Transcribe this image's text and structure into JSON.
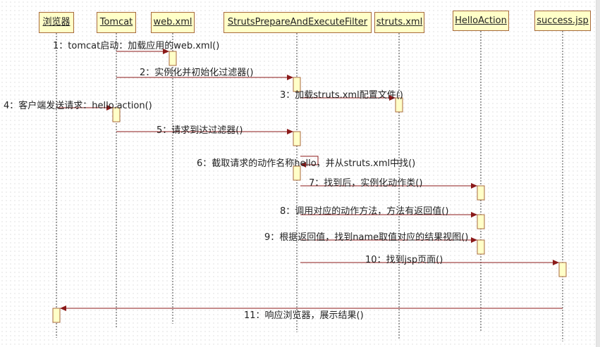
{
  "participants": [
    {
      "id": "browser",
      "label": "浏览器"
    },
    {
      "id": "tomcat",
      "label": "Tomcat"
    },
    {
      "id": "webxml",
      "label": "web.xml"
    },
    {
      "id": "filter",
      "label": "StrutsPrepareAndExecuteFilter"
    },
    {
      "id": "strutsxml",
      "label": "struts.xml"
    },
    {
      "id": "action",
      "label": "HelloAction"
    },
    {
      "id": "jsp",
      "label": "success.jsp"
    }
  ],
  "messages": [
    {
      "from": "tomcat",
      "to": "webxml",
      "label": "1：tomcat启动：加载应用的web.xml()"
    },
    {
      "from": "tomcat",
      "to": "filter",
      "label": "2：实例化并初始化过滤器()"
    },
    {
      "from": "filter",
      "to": "strutsxml",
      "label": "3：加载struts.xml配置文件()"
    },
    {
      "from": "browser",
      "to": "tomcat",
      "label": "4：客户端发送请求：hello.action()"
    },
    {
      "from": "tomcat",
      "to": "filter",
      "label": "5：请求到达过滤器()"
    },
    {
      "from": "filter",
      "to": "filter",
      "label": "6：截取请求的动作名称hello，并从struts.xml中找()"
    },
    {
      "from": "filter",
      "to": "action",
      "label": "7：找到后，实例化动作类()"
    },
    {
      "from": "filter",
      "to": "action",
      "label": "8：调用对应的动作方法，方法有返回值()"
    },
    {
      "from": "filter",
      "to": "action",
      "label": "9：根据返回值，找到name取值对应的结果视图()"
    },
    {
      "from": "filter",
      "to": "jsp",
      "label": "10：找到jsp页面()"
    },
    {
      "from": "jsp",
      "to": "browser",
      "label": "11：响应浏览器，展示结果()"
    }
  ],
  "colors": {
    "arrow": "#8b1a1a",
    "box_fill": "#ffffc8",
    "box_border": "#a86a3c"
  }
}
